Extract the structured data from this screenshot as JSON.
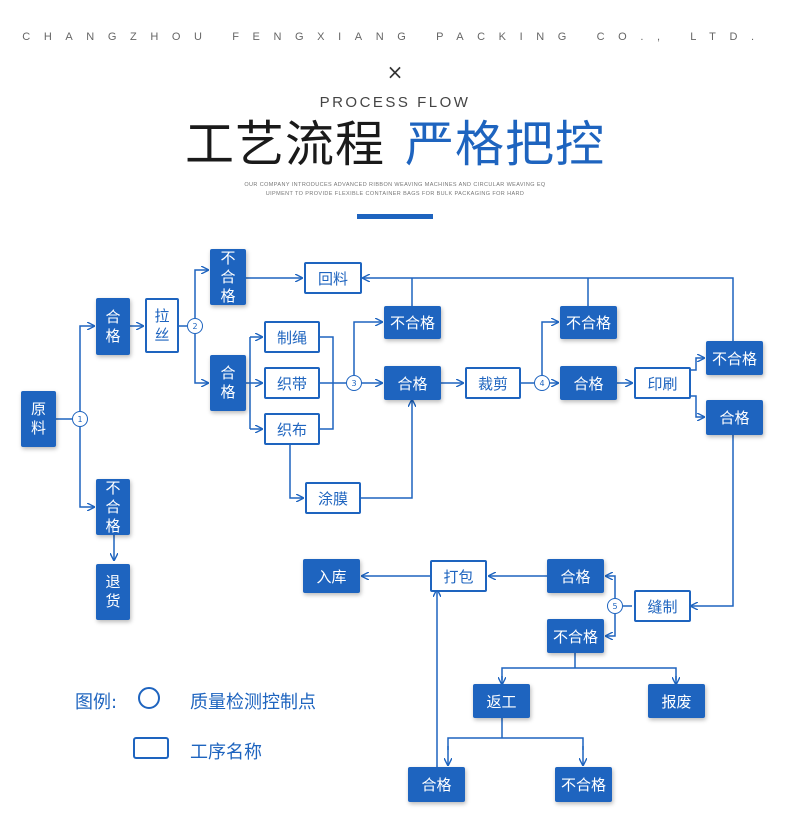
{
  "header": {
    "company": "CHANGZHOU FENGXIANG PACKING CO., LTD.",
    "times_mark": "×",
    "subtitle": "PROCESS FLOW",
    "title_main": "工艺流程",
    "title_accent": "严格把控",
    "intro_line1": "OUR COMPANY INTRODUCES ADVANCED RIBBON WEAVING MACHINES AND CIRCULAR WEAVING EQ",
    "intro_line2": "UIPMENT TO PROVIDE FLEXIBLE CONTAINER BAGS FOR BULK PACKAGING FOR HARD"
  },
  "colors": {
    "primary": "#1e64bf",
    "text_dark": "#1a1a1a"
  },
  "nodes": {
    "raw": "原料",
    "pass1": "合格",
    "fail1": "不合格",
    "return_goods": "退货",
    "drawing": "拉丝",
    "fail2": "不合格",
    "pass2": "合格",
    "recycle": "回料",
    "rope": "制绳",
    "belt": "织带",
    "cloth": "织布",
    "coating": "涂膜",
    "fail3": "不合格",
    "pass3": "合格",
    "cutting": "裁剪",
    "fail4": "不合格",
    "pass4": "合格",
    "printing": "印刷",
    "fail_print": "不合格",
    "pass_print": "合格",
    "sewing": "缝制",
    "pass5": "合格",
    "fail5": "不合格",
    "packing": "打包",
    "storage": "入库",
    "rework": "返工",
    "scrap": "报废",
    "rework_pass": "合格",
    "rework_fail": "不合格"
  },
  "checkpoints": [
    "1",
    "2",
    "3",
    "4",
    "5"
  ],
  "legend": {
    "title": "图例:",
    "checkpoint_label": "质量检测控制点",
    "process_label": "工序名称"
  }
}
